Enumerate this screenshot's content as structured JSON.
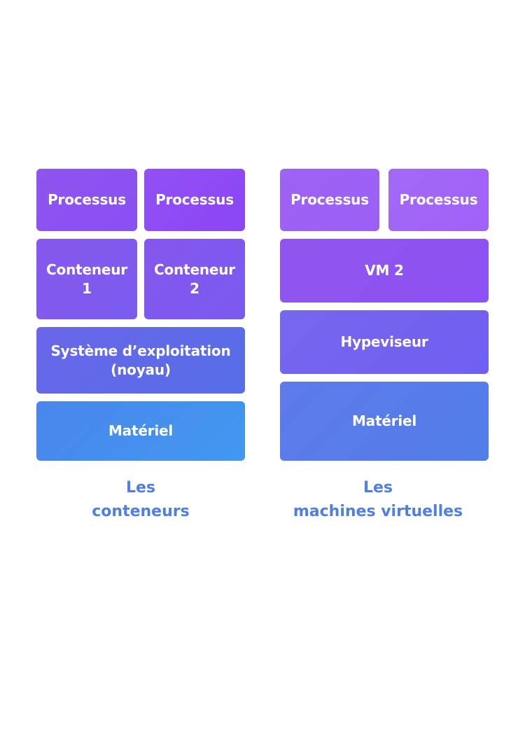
{
  "containers": {
    "process_1": "Processus",
    "process_2": "Processus",
    "container_1": "Conteneur\n1",
    "container_2": "Conteneur\n2",
    "os": "Système d’exploitation\n(noyau)",
    "hardware": "Matériel",
    "caption_line1": "Les",
    "caption_line2": "conteneurs"
  },
  "virtual_machines": {
    "process_1": "Processus",
    "process_2": "Processus",
    "vm": "VM 2",
    "hypervisor": "Hypeviseur",
    "hardware": "Matériel",
    "caption_line1": "Les",
    "caption_line2": "machines virtuelles"
  },
  "colors": {
    "caption": "#4f7fe6",
    "process": "#8a4ff2",
    "container": "#7b5cf0",
    "os": "#566ee8",
    "hardware_containers": "#4198ef",
    "hardware_vms": "#527eea"
  }
}
